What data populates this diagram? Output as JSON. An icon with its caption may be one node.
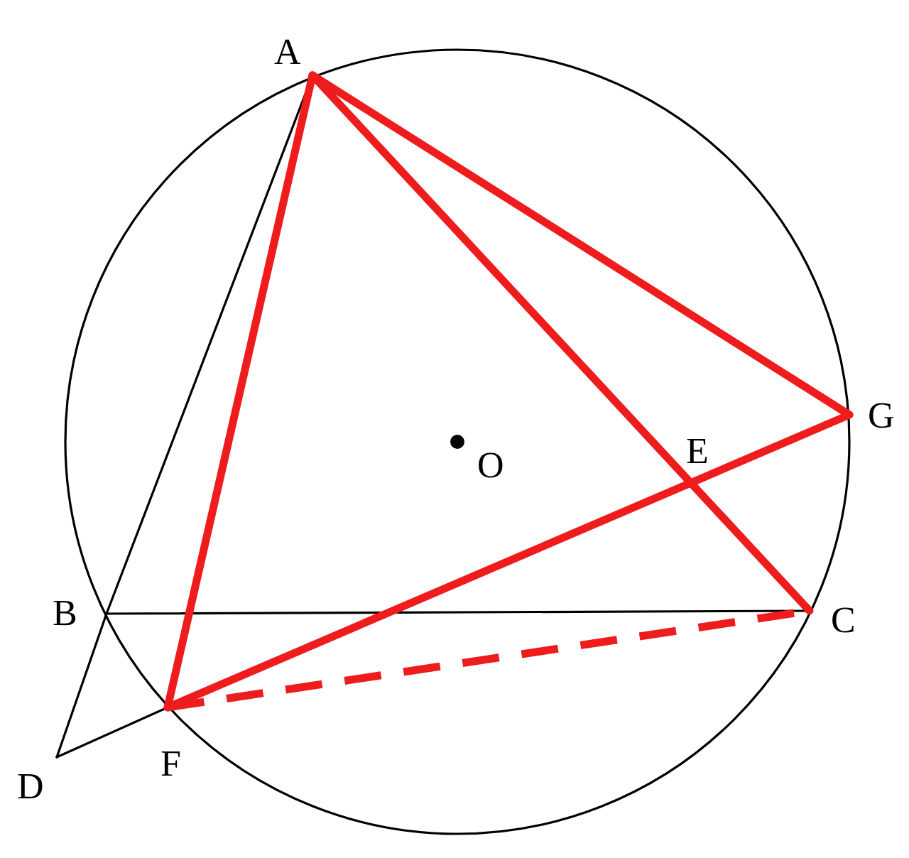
{
  "diagram": {
    "nodes": [
      {
        "text": [
          "A"
        ]
      },
      {
        "text": [
          "B"
        ]
      },
      {
        "text": [
          "C"
        ]
      },
      {
        "text": [
          "D"
        ]
      },
      {
        "text": [
          "E"
        ]
      },
      {
        "text": [
          "F"
        ]
      },
      {
        "text": [
          "G"
        ]
      },
      {
        "text": [
          "O"
        ]
      }
    ],
    "edges": [
      {
        "from": 0,
        "to": 1,
        "arrow": "none",
        "color": "#000000"
      },
      {
        "from": 1,
        "to": 3,
        "arrow": "none",
        "color": "#000000"
      },
      {
        "from": 3,
        "to": 5,
        "arrow": "none",
        "color": "#000000"
      },
      {
        "from": 1,
        "to": 2,
        "arrow": "none",
        "color": "#000000"
      },
      {
        "from": 0,
        "to": 5,
        "arrow": "none"
      },
      {
        "from": 0,
        "to": 2,
        "arrow": "none"
      },
      {
        "from": 0,
        "to": 6,
        "arrow": "none"
      },
      {
        "from": 5,
        "to": 6,
        "arrow": "none"
      },
      {
        "from": 5,
        "to": 2,
        "arrow": "none",
        "style": "dashed"
      }
    ]
  }
}
